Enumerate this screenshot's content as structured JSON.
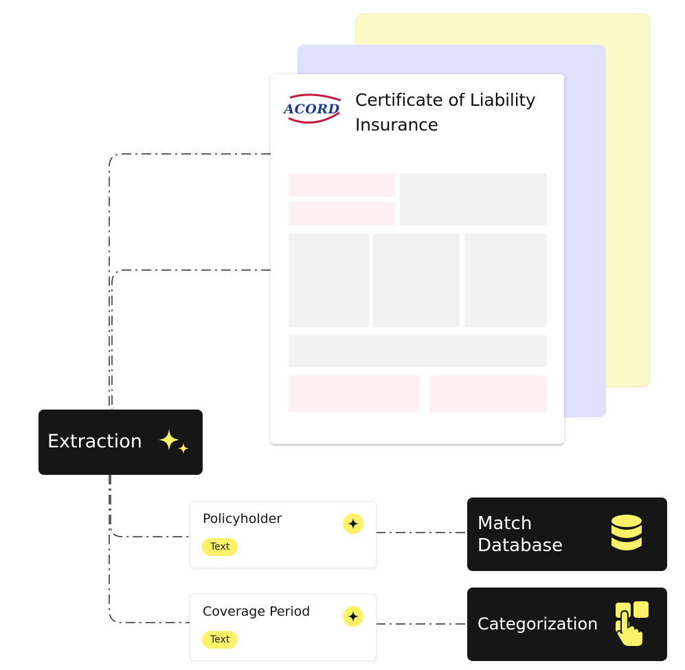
{
  "document": {
    "logo_text": "ACORD",
    "title": "Certificate of Liability Insurance"
  },
  "extraction": {
    "label": "Extraction",
    "icon": "sparkle-icon"
  },
  "fields": [
    {
      "label": "Policyholder",
      "chip": "Text",
      "icon": "sparkle-icon"
    },
    {
      "label": "Coverage Period",
      "chip": "Text",
      "icon": "sparkle-icon"
    }
  ],
  "actions": [
    {
      "label": "Match Database",
      "icon": "database-icon"
    },
    {
      "label": "Categorization",
      "icon": "tap-hand-icon"
    }
  ],
  "colors": {
    "accent_yellow": "#fbf26a",
    "back_card_yellow": "#fdfac9",
    "back_card_purple": "#dfe0fb",
    "dark": "#161616",
    "acord_blue": "#1f3c91",
    "acord_red": "#c4173f"
  }
}
